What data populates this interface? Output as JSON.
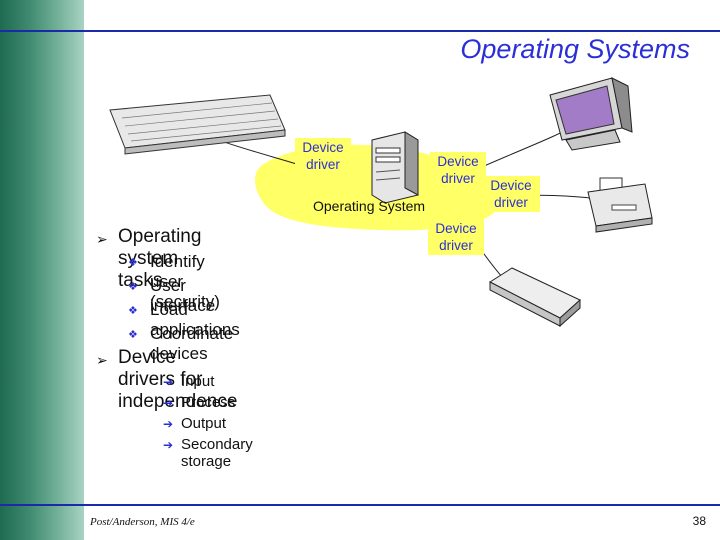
{
  "slide": {
    "title": "Operating Systems",
    "diagram": {
      "center_label": "Operating System",
      "device_driver_boxes": [
        "Device\ndriver",
        "Device\ndriver",
        "Device\ndriver",
        "Device\ndriver"
      ],
      "devices": [
        "keyboard-icon",
        "computer-tower-icon",
        "monitor-icon",
        "printer-icon",
        "external-drive-icon"
      ],
      "colors": {
        "blob": "#ffff66",
        "box": "#ffff66",
        "title": "#2b2fd6"
      }
    },
    "bullets": [
      {
        "text": "Operating system tasks",
        "marker": "➢",
        "children": [
          {
            "text": "Identify user (security)",
            "marker": "❖"
          },
          {
            "text": "User interface",
            "marker": "❖"
          },
          {
            "text": "Load applications",
            "marker": "❖"
          },
          {
            "text": "Coordinate devices",
            "marker": "❖"
          }
        ]
      },
      {
        "text": "Device drivers for independence",
        "marker": "➢",
        "children": [
          {
            "text": "Input",
            "marker": "➔"
          },
          {
            "text": "Process",
            "marker": "➔"
          },
          {
            "text": "Output",
            "marker": "➔"
          },
          {
            "text": "Secondary storage",
            "marker": "➔"
          }
        ]
      }
    ],
    "footer": "Post/Anderson, MIS 4/e",
    "page_number": "38"
  }
}
